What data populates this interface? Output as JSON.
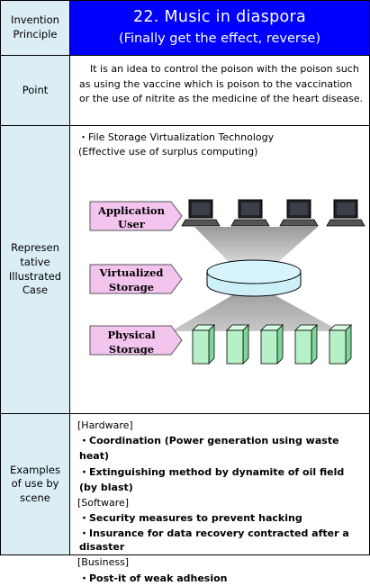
{
  "title": {
    "label": "Invention Principle",
    "main": "22. Music in diaspora",
    "sub": "(Finally get the effect, reverse)"
  },
  "point": {
    "label": "Point",
    "text": "It is an idea to control the poison with the poison such as using the vaccine which is poison to the vaccination or the use of nitrite as the medicine of the heart disease."
  },
  "illustrated_case": {
    "label": "Representative Illustrated Case",
    "label_line1": "Represen",
    "label_line2": "tative",
    "label_line3": "Illustrated",
    "label_line4": "Case",
    "line1": "・File Storage Virtualization Technology",
    "line2": "(Effective use of surplus computing)",
    "diagram": {
      "app_user_line1": "Application",
      "app_user_line2": "User",
      "virtualized_line1": "Virtualized",
      "virtualized_line2": "Storage",
      "physical_line1": "Physical",
      "physical_line2": "Storage",
      "colors": {
        "label_fill": "#f2c4ee",
        "cylinder_fill": "#cdf0f8",
        "server_fill": "#b6f0c6",
        "cone_fill": "#b8b8b8"
      }
    }
  },
  "examples": {
    "label_line1": "Examples",
    "label_line2": "of use by",
    "label_line3": "scene",
    "hardware_head": "[Hardware]",
    "hw1": "・Coordination (Power generation using waste heat)",
    "hw2": "・Extinguishing method by dynamite of oil field (by blast)",
    "software_head": "[Software]",
    "sw1": "・Security measures to prevent hacking",
    "sw2": "・Insurance for data recovery contracted after a disaster",
    "business_head": "[Business]",
    "bz1": "・Post-it of weak adhesion"
  }
}
